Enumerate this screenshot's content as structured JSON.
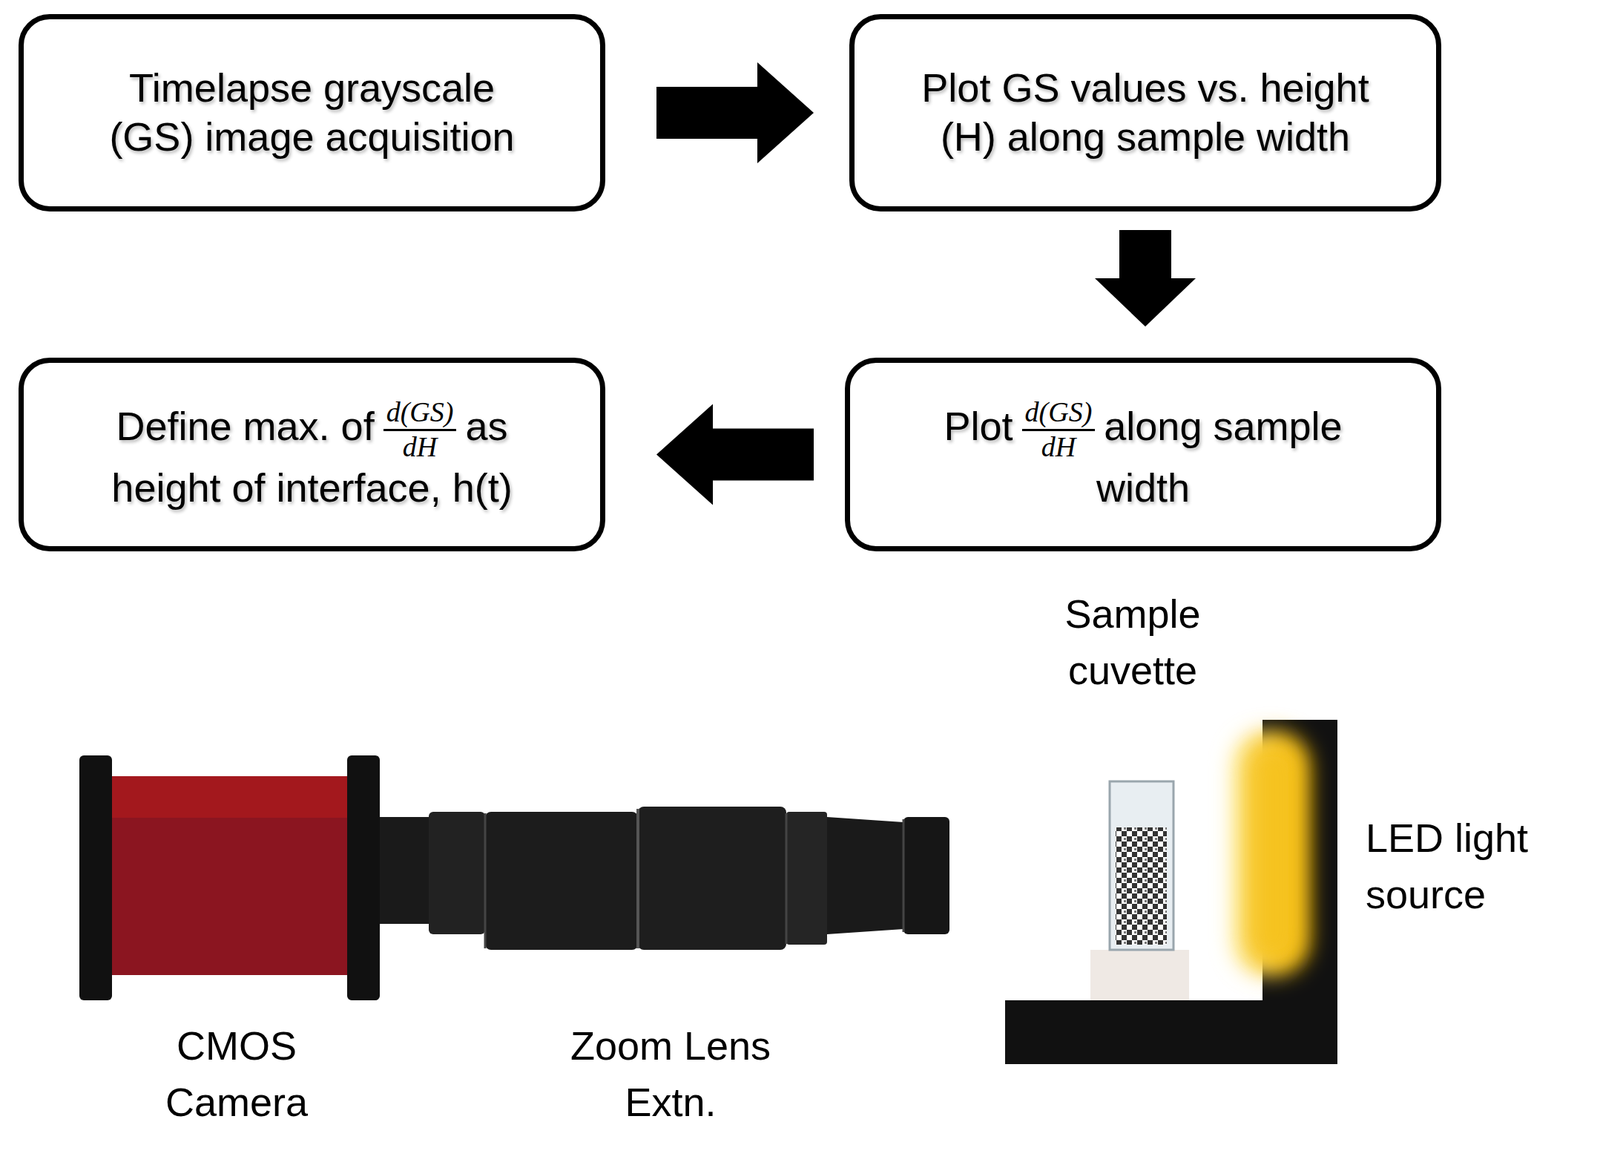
{
  "diagram": {
    "nodes": [
      {
        "text": [
          "Timelapse grayscale (GS) image acquisition"
        ]
      },
      {
        "text": [
          "Plot GS values vs. height (H) along sample width"
        ]
      },
      {
        "text": [
          "Plot",
          "d(GS)",
          "dH",
          "along sample width"
        ]
      },
      {
        "text": [
          "Define max. of",
          "d(GS)",
          "dH",
          "as",
          "height of interface, h(t)"
        ]
      }
    ],
    "edges": [
      {
        "from": 0,
        "to": 1,
        "arrow": "to"
      },
      {
        "from": 1,
        "to": 2,
        "arrow": "to"
      },
      {
        "from": 2,
        "to": 3,
        "arrow": "to"
      }
    ],
    "labels": [
      "Sample cuvette",
      "LED light source",
      "CMOS Camera",
      "Zoom Lens Extn."
    ]
  }
}
